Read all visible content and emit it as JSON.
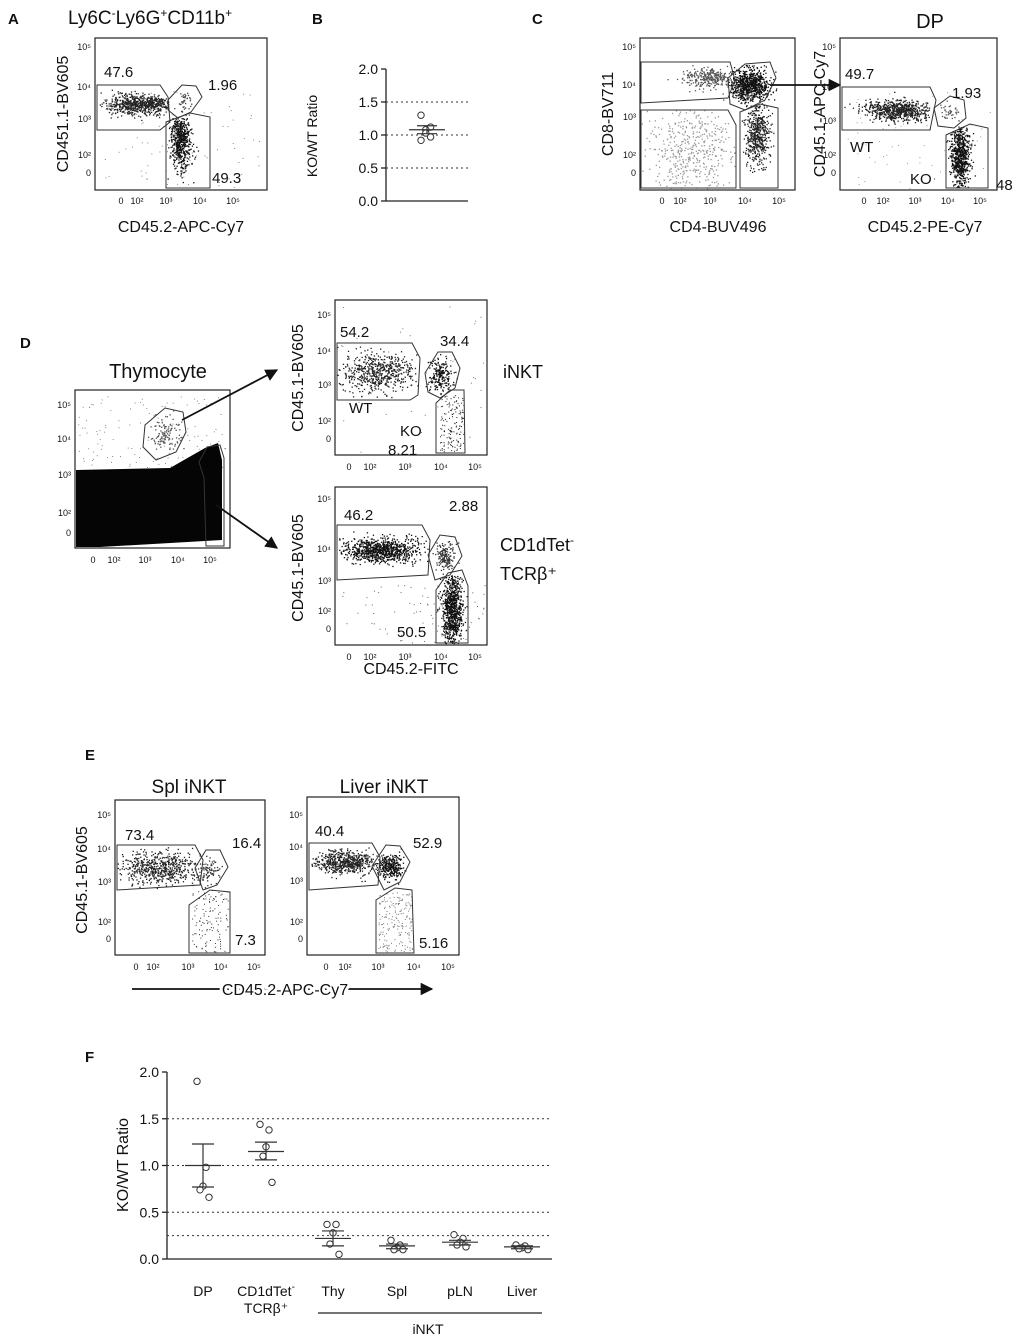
{
  "panels": {
    "A": {
      "letter": "A",
      "title_main": "Ly6C",
      "title_sup1": "-",
      "title_mid": "Ly6G",
      "title_sup2": "+",
      "title_end": "CD11b",
      "title_sup3": "+",
      "ylabel": "CD451.1-BV605",
      "xlabel": "CD45.2-APC-Cy7",
      "gate_wt": "47.6",
      "gate_dp": "1.96",
      "gate_ko": "49.3"
    },
    "B": {
      "letter": "B",
      "ylabel": "KO/WT Ratio"
    },
    "C": {
      "letter": "C",
      "plot1_ylabel": "CD8-BV711",
      "plot1_xlabel": "CD4-BUV496",
      "plot2_title": "DP",
      "plot2_ylabel": "CD45.1-APC-Cy7",
      "plot2_xlabel": "CD45.2-PE-Cy7",
      "gate_wt": "49.7",
      "gate_dp": "1.93",
      "gate_ko": "48",
      "label_wt": "WT",
      "label_ko": "KO"
    },
    "D": {
      "letter": "D",
      "thymocyte_title": "Thymocyte",
      "inkt_label": "iNKT",
      "cd1d_label_1": "CD1dTet",
      "cd1d_sup": "-",
      "cd1d_label_2": "TCRβ⁺",
      "top_ylabel": "CD45.1-BV605",
      "top_wt": "54.2",
      "top_dp": "34.4",
      "top_ko": "8.21",
      "label_wt": "WT",
      "label_ko": "KO",
      "bottom_ylabel": "CD45.1-BV605",
      "bottom_xlabel": "CD45.2-FITC",
      "bottom_wt": "46.2",
      "bottom_dp": "2.88",
      "bottom_ko": "50.5"
    },
    "E": {
      "letter": "E",
      "spl_title": "Spl iNKT",
      "liver_title": "Liver iNKT",
      "ylabel": "CD45.1-BV605",
      "xlabel": "CD45.2-APC-Cy7",
      "spl_wt": "73.4",
      "spl_dp": "16.4",
      "spl_ko": "7.3",
      "liver_wt": "40.4",
      "liver_dp": "52.9",
      "liver_ko": "5.16"
    },
    "F": {
      "letter": "F",
      "ylabel": "KO/WT Ratio",
      "group_label": "iNKT",
      "cat_cd1d_1": "CD1dTet",
      "cat_cd1d_sup": "-",
      "cat_cd1d_2": "TCRβ⁺"
    }
  },
  "flow_ticks": {
    "y": [
      "10⁵",
      "10⁴",
      "10³",
      "10²",
      "0"
    ],
    "x": [
      "0",
      "10²",
      "10³",
      "10⁴",
      "10⁵"
    ]
  },
  "chart_data": [
    {
      "type": "scatter",
      "panel": "B",
      "ylabel": "KO/WT Ratio",
      "ylim": [
        0,
        2.0
      ],
      "yticks": [
        "0.0",
        "0.5",
        "1.0",
        "1.5",
        "2.0"
      ],
      "reference_lines": [
        0.5,
        1.0,
        1.5
      ],
      "series": [
        {
          "values": [
            1.3,
            1.12,
            1.08,
            1.03,
            0.97,
            0.92
          ],
          "mean": 1.08,
          "sem": [
            1.02,
            1.14
          ]
        }
      ]
    },
    {
      "type": "scatter",
      "panel": "F",
      "ylabel": "KO/WT Ratio",
      "ylim": [
        0,
        2.0
      ],
      "yticks": [
        "0.0",
        "0.5",
        "1.0",
        "1.5",
        "2.0"
      ],
      "reference_lines": [
        0.25,
        0.5,
        1.0,
        1.5
      ],
      "categories": [
        "DP",
        "CD1dTet⁻ TCRβ⁺",
        "Thy",
        "Spl",
        "pLN",
        "Liver"
      ],
      "series": [
        {
          "category": "DP",
          "values": [
            1.9,
            0.98,
            0.78,
            0.74,
            0.66
          ],
          "mean": 1.0,
          "sem": [
            0.77,
            1.23
          ]
        },
        {
          "category": "CD1dTet⁻ TCRβ⁺",
          "values": [
            1.44,
            1.38,
            1.2,
            1.1,
            0.82
          ],
          "mean": 1.15,
          "sem": [
            1.06,
            1.25
          ]
        },
        {
          "category": "Thy",
          "values": [
            0.37,
            0.37,
            0.28,
            0.16,
            0.05
          ],
          "mean": 0.22,
          "sem": [
            0.14,
            0.3
          ]
        },
        {
          "category": "Spl",
          "values": [
            0.2,
            0.15,
            0.12,
            0.1,
            0.1
          ],
          "mean": 0.14,
          "sem": [
            0.11,
            0.16
          ]
        },
        {
          "category": "pLN",
          "values": [
            0.26,
            0.22,
            0.18,
            0.15,
            0.13
          ],
          "mean": 0.18,
          "sem": [
            0.15,
            0.2
          ]
        },
        {
          "category": "Liver",
          "values": [
            0.15,
            0.14,
            0.12,
            0.11,
            0.1
          ],
          "mean": 0.13,
          "sem": [
            0.11,
            0.14
          ]
        }
      ]
    }
  ]
}
